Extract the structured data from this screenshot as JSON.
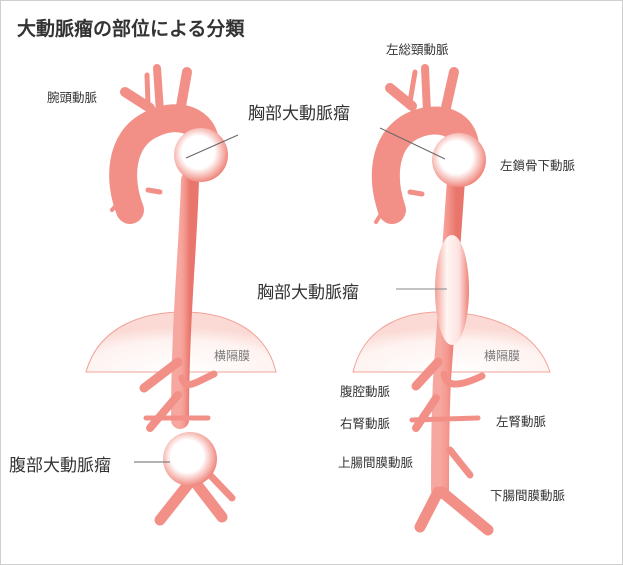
{
  "title": "大動脈瘤の部位による分類",
  "colors": {
    "artery": "#f08a80",
    "artery_dark": "#e86b62",
    "aneurysm_center": "#ffffff",
    "diaphragm_edge": "#f2a39b",
    "diaphragm_fill": "#fde9e6",
    "text": "#333333",
    "leader_line": "#666666",
    "border": "#cfcfcf"
  },
  "left_figure": {
    "labels": {
      "brachiocephalic": "腕頭動脈",
      "thoracic_aneurysm": "胸部大動脈瘤",
      "diaphragm": "横隔膜",
      "abdominal_aneurysm": "腹部大動脈瘤"
    }
  },
  "right_figure": {
    "labels": {
      "left_common_carotid": "左総頸動脈",
      "left_subclavian": "左鎖骨下動脈",
      "thoracic_aneurysm": "胸部大動脈瘤",
      "diaphragm": "横隔膜",
      "celiac": "腹腔動脈",
      "right_renal": "右腎動脈",
      "left_renal": "左腎動脈",
      "superior_mesenteric": "上腸間膜動脈",
      "inferior_mesenteric": "下腸間膜動脈"
    }
  }
}
